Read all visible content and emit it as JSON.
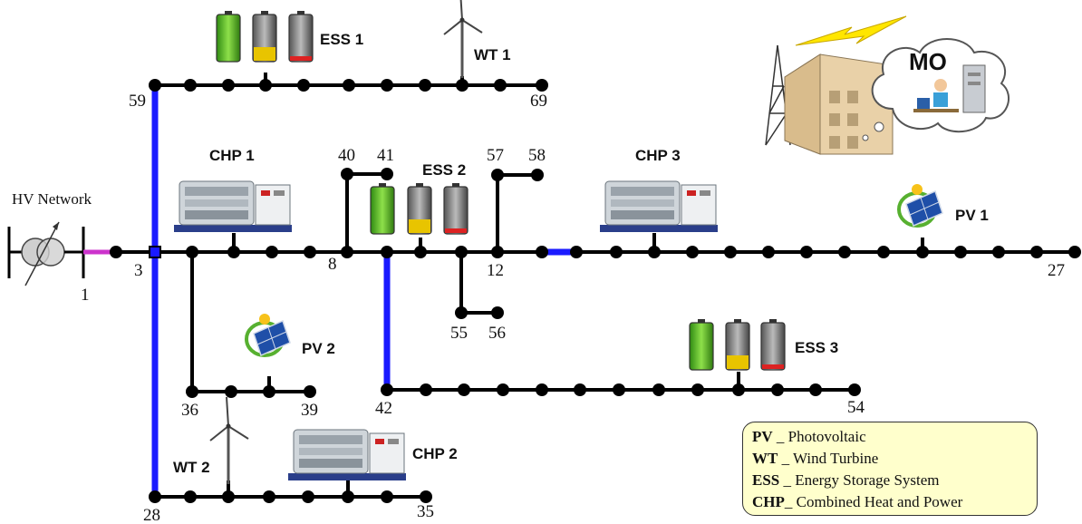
{
  "bus_labels": {
    "b1": "1",
    "b3": "3",
    "b8": "8",
    "b12": "12",
    "b27": "27",
    "b28": "28",
    "b35": "35",
    "b36": "36",
    "b39": "39",
    "b40": "40",
    "b41": "41",
    "b42": "42",
    "b54": "54",
    "b55": "55",
    "b56": "56",
    "b57": "57",
    "b58": "58",
    "b59": "59",
    "b69": "69"
  },
  "hv_network_label": "HV Network",
  "assets": {
    "ess1": "ESS 1",
    "ess2": "ESS 2",
    "ess3": "ESS 3",
    "wt1": "WT 1",
    "wt2": "WT 2",
    "chp1": "CHP 1",
    "chp2": "CHP 2",
    "chp3": "CHP 3",
    "pv1": "PV 1",
    "pv2": "PV 2",
    "mo": "MO"
  },
  "legend": [
    {
      "abbr": "PV",
      "sep": " _ ",
      "text": "Photovoltaic"
    },
    {
      "abbr": "WT",
      "sep": " _ ",
      "text": "Wind Turbine"
    },
    {
      "abbr": "ESS",
      "sep": " _ ",
      "text": "Energy Storage System"
    },
    {
      "abbr": "CHP",
      "sep": "_ ",
      "text": "Combined Heat and Power"
    }
  ],
  "colors": {
    "line": "#000000",
    "tie_line": "#1a1aff",
    "hv_link": "#cc33cc",
    "battery_green": "#44aa22",
    "battery_yellow": "#e8c400",
    "battery_red": "#dd2222",
    "legend_bg": "#ffffcc"
  }
}
